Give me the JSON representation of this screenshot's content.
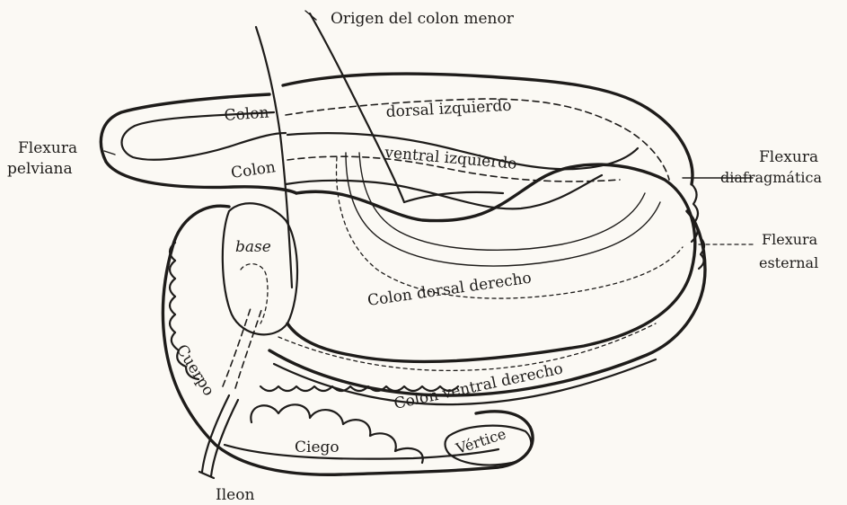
{
  "labels": {
    "origen": "Origen del colon menor",
    "flexura_pelviana_1": "Flexura",
    "flexura_pelviana_2": "pelviana",
    "colon_upper": "Colon",
    "dorsal_izquierdo": "dorsal izquierdo",
    "colon_lower": "Colon",
    "ventral_izquierdo": "ventral izquierdo",
    "flexura_diafragmatica_1": "Flexura",
    "flexura_diafragmatica_2": "diafragmática",
    "flexura_esternal_1": "Flexura",
    "flexura_esternal_2": "esternal",
    "base": "base",
    "colon_dorsal_derecho": "Colon dorsal derecho",
    "colon_ventral_derecho": "Colon ventral derecho",
    "cuerpo": "Cuerpo",
    "ciego": "Ciego",
    "vertice": "Vértice",
    "ileon": "Ileon"
  },
  "colors": {
    "ink": "#1e1c1a",
    "paper": "#fbf9f4"
  }
}
